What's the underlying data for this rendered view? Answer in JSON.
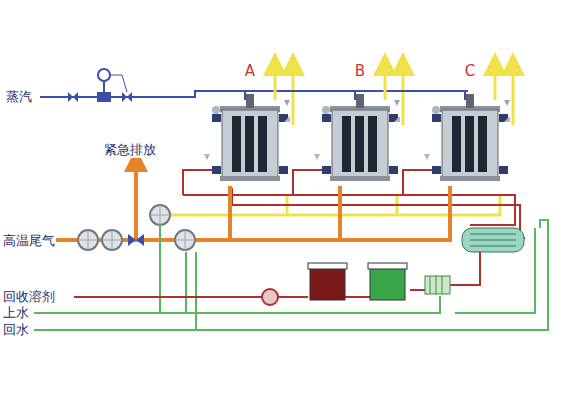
{
  "diagram": {
    "nodes": [
      {
        "text": [
          "A"
        ]
      },
      {
        "text": [
          "B"
        ]
      },
      {
        "text": [
          "C"
        ]
      }
    ],
    "edges": [
      {
        "from": 0,
        "to": 1,
        "arrow": "none"
      },
      {
        "from": 1,
        "to": 2,
        "arrow": "none"
      }
    ],
    "labels": [
      "蒸汽",
      "紧急排放",
      "高温尾气",
      "回收溶剂",
      "上水",
      "回水"
    ]
  }
}
